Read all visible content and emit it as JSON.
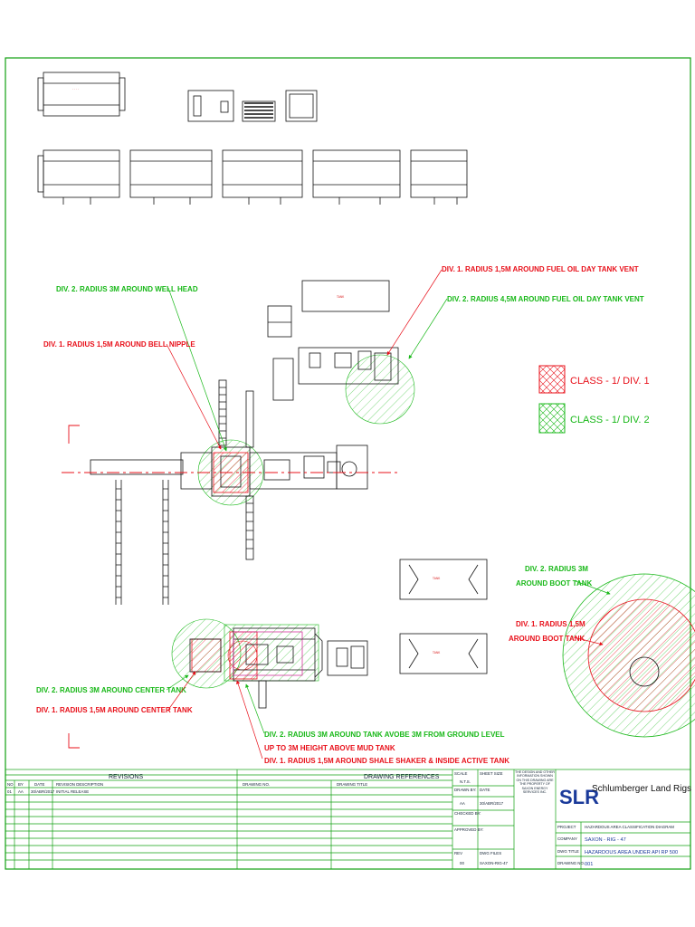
{
  "colors": {
    "div1": "#e8101a",
    "div2": "#18b818",
    "border": "#12a012",
    "equipment": "#111111",
    "brand": "#1a3a9a"
  },
  "callouts": {
    "div2_wellhead": "DIV. 2. RADIUS 3M AROUND WELL HEAD",
    "div1_bell_nipple": "DIV. 1. RADIUS 1,5M AROUND BELL NIPPLE",
    "div1_fuel_vent": "DIV. 1. RADIUS 1,5M AROUND FUEL OIL DAY TANK VENT",
    "div2_fuel_vent": "DIV. 2. RADIUS 4,5M AROUND FUEL OIL DAY TANK VENT",
    "div2_boot_a": "DIV. 2. RADIUS 3M",
    "div2_boot_b": "AROUND BOOT TANK",
    "div1_boot_a": "DIV. 1. RADIUS 1,5M",
    "div1_boot_b": "AROUND BOOT TANK",
    "div2_center": "DIV. 2. RADIUS 3M AROUND CENTER TANK",
    "div1_center": "DIV. 1. RADIUS 1,5M AROUND CENTER TANK",
    "div2_tank_1": "DIV. 2. RADIUS 3M AROUND TANK AVOBE 3M FROM GROUND LEVEL",
    "div2_tank_2": "UP TO 3M HEIGHT ABOVE MUD TANK",
    "div1_shaker": "DIV. 1. RADIUS 1,5M AROUND SHALE SHAKER & INSIDE ACTIVE TANK"
  },
  "legend": [
    {
      "label": "CLASS - 1/ DIV. 1"
    },
    {
      "label": "CLASS - 1/ DIV. 2"
    }
  ],
  "title_block": {
    "revisions_header": "REVISIONS",
    "references_header": "DRAWING REFERENCES",
    "rev_cols": [
      "NO",
      "BY",
      "DATE",
      "REVISION DESCRIPTION"
    ],
    "ref_cols": [
      "DRAWING NO.",
      "DRAWING TITLE"
    ],
    "rev_row": {
      "no": "01",
      "by": "AA",
      "date": "30/ABR/2017",
      "desc": "INITIAL RELEASE"
    },
    "scale_label": "SCALE",
    "scale_value": "N.T.S.",
    "sheet_label": "SHEET SIZE",
    "drawn_label": "DRAWN BY:",
    "drawn_value": "AA",
    "date_label": "DATE",
    "date_value": "30/ABR/2017",
    "checked_label": "CHECKED BY:",
    "approved_label": "APPROVED BY:",
    "rev_label": "REV",
    "rev_value": "00",
    "dwg_label": "DWG FILES",
    "dwg_value": "SAXON-RIG-47",
    "notice": "THE DESIGN AND OTHER INFORMATION SHOWN ON THIS DRAWING ARE THE PROPERTY OF SAXON ENERGY SERVICES INC.",
    "company": "Schlumberger Land Rigs",
    "logo": "SLR",
    "project_label": "PROJECT",
    "project_value": "HAZARDOUS AREA CLASSIFICATION DIAGRAM",
    "company_label": "COMPANY",
    "company_value": "SAXON - RIG - 47",
    "dwg_title_label": "DWG TITLE",
    "dwg_title_value": "HAZARDOUS AREA UNDER API RP 500",
    "drawing_no_label": "DRAWING NO.",
    "drawing_no_value": "001"
  }
}
